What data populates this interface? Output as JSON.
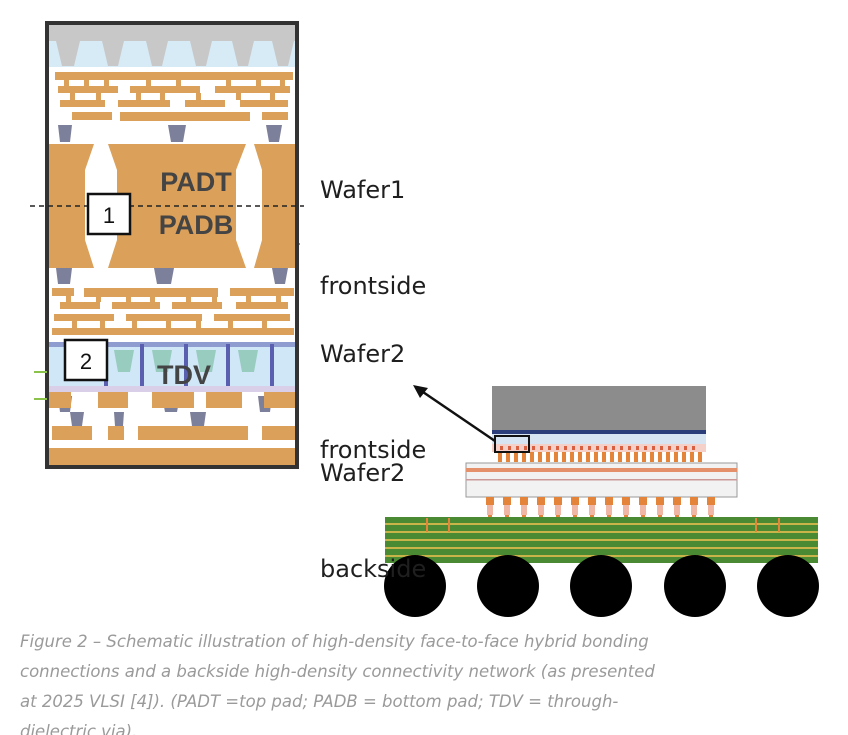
{
  "diagram": {
    "inset": {
      "pad_top_label": "PADT",
      "pad_bottom_label": "PADB",
      "tdv_label": "TDV",
      "callout_1": "1",
      "callout_2": "2"
    },
    "layer_labels": [
      {
        "line1": "Wafer1",
        "line2": "frontside"
      },
      {
        "line1": "Wafer2",
        "line2": "frontside"
      },
      {
        "line1": "Wafer2",
        "line2": "backside"
      }
    ],
    "colors": {
      "copper": "#dba059",
      "tungsten_via": "#7d809a",
      "dielectric_blue": "#cfe7f7",
      "tdv_liner": "#5a5fb0",
      "frame": "#333333",
      "substrate_green": "#4a8a32",
      "substrate_stripe": "#c9b44a",
      "solder_ball": "#000000",
      "die_gray": "#8c8c8c"
    }
  },
  "caption": {
    "text": "Figure 2 – Schematic illustration of high-density face-to-face hybrid bonding connections and a backside high-density connectivity network (as presented at 2025 VLSI [4]). (PADT =top pad; PADB = bottom pad; TDV = through-dielectric via)."
  }
}
